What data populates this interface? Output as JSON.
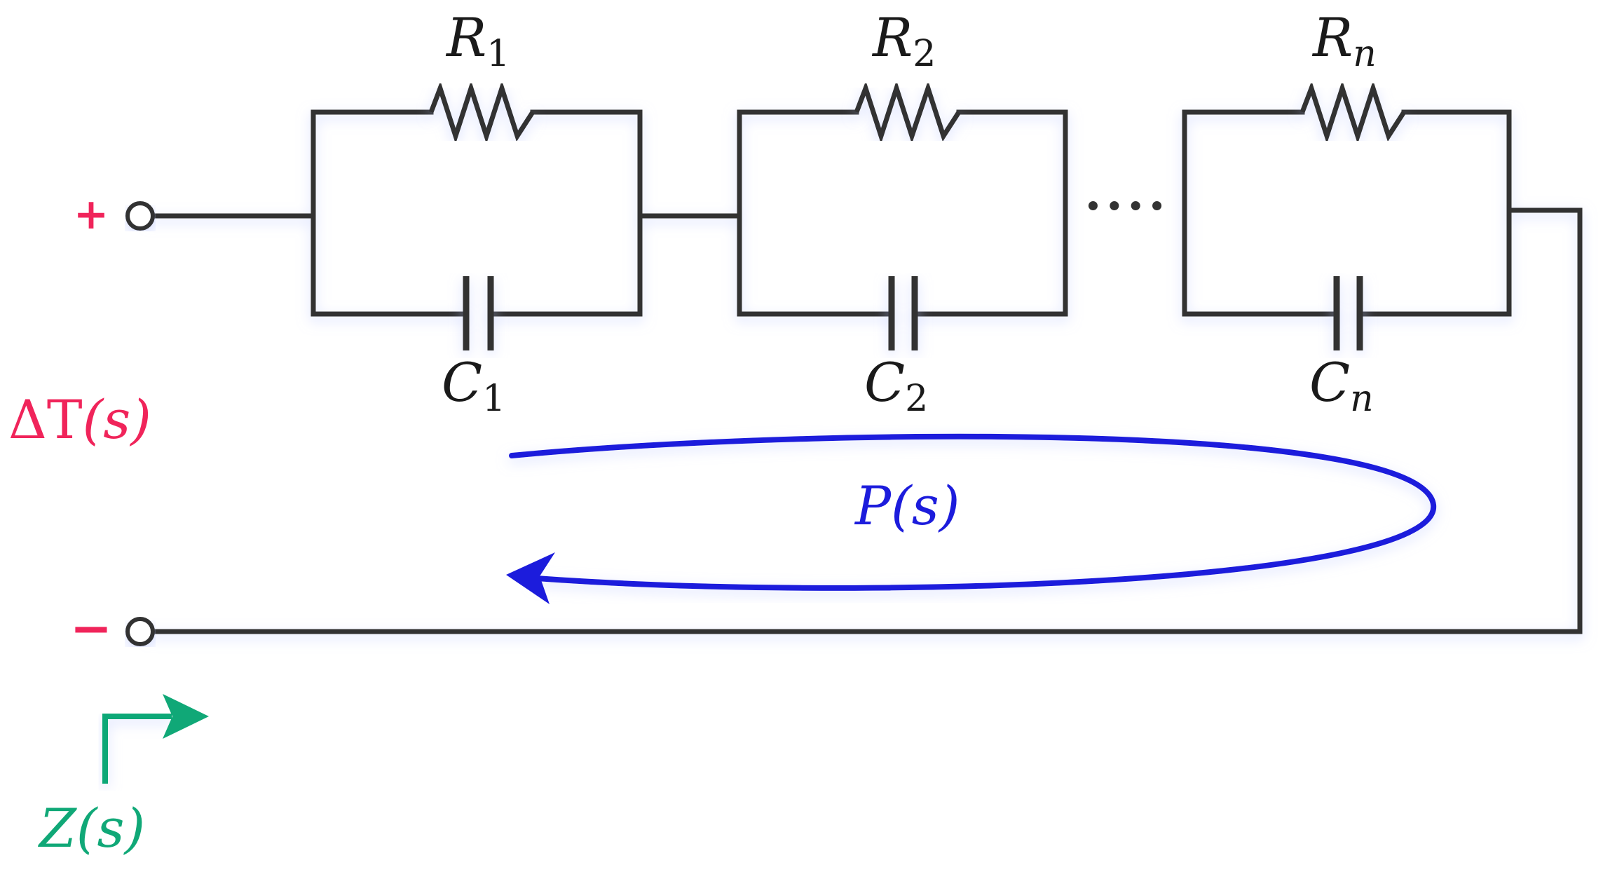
{
  "colors": {
    "wire": "#333333",
    "positive": "#f0245a",
    "flow": "#1c1cdc",
    "impedance": "#10a877",
    "glow": "#b8c4ff"
  },
  "terminals": {
    "plus": "+",
    "minus": "−"
  },
  "ellipsis": "····",
  "labels": {
    "delta_t": {
      "main": "ΔT",
      "arg": "(s)"
    },
    "power": {
      "main": "P",
      "arg": "(s)"
    },
    "impedance": {
      "main": "Z",
      "arg": "(s)"
    }
  },
  "stages": [
    {
      "resistor": {
        "main": "R",
        "sub": "1"
      },
      "capacitor": {
        "main": "C",
        "sub": "1"
      }
    },
    {
      "resistor": {
        "main": "R",
        "sub": "2"
      },
      "capacitor": {
        "main": "C",
        "sub": "2"
      }
    },
    {
      "resistor": {
        "main": "R",
        "sub": "n"
      },
      "capacitor": {
        "main": "C",
        "sub": "n"
      }
    }
  ]
}
